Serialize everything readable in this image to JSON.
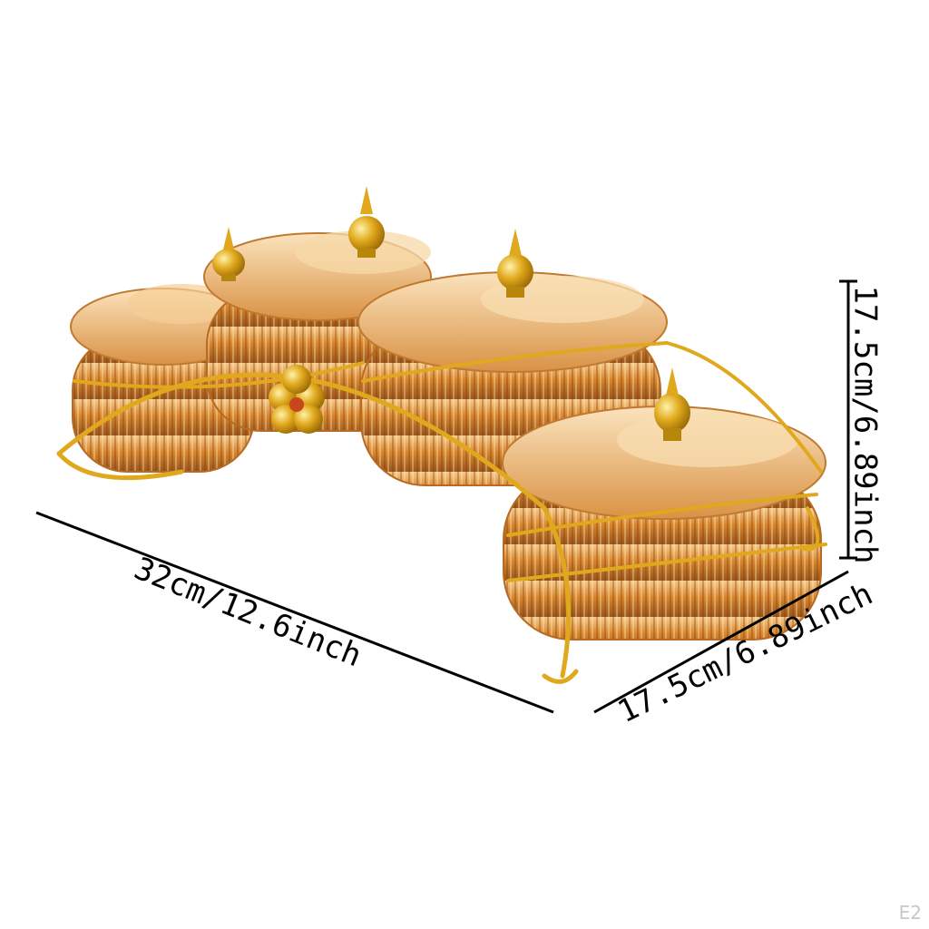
{
  "product": {
    "finial_count": 4,
    "colors": {
      "glass": "#d9882f",
      "glass_light": "#f2b86a",
      "glass_dark": "#8c4a14",
      "gold": "#e0a81c",
      "gold_light": "#ffe27a",
      "gold_dark": "#9a6a06"
    }
  },
  "dimensions": {
    "width_label": "32cm/12.6inch",
    "depth_label": "17.5cm/6.89inch",
    "height_label": "17.5cm/6.89inch"
  },
  "watermark": "E2"
}
